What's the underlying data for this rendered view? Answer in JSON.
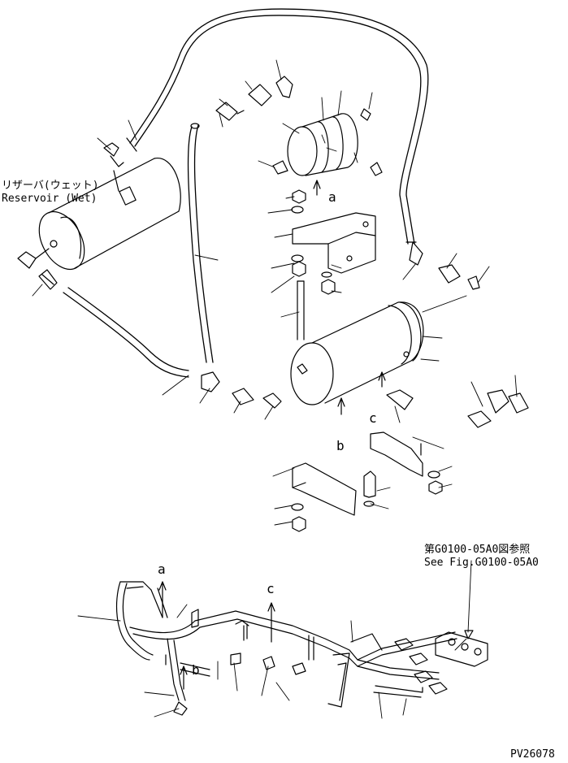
{
  "labels": {
    "reservoir_jp": "リザーバ(ウェット)",
    "reservoir_en": "Reservoir (Wet)",
    "callout_a_upper": "a",
    "callout_c_upper": "c",
    "callout_b_upper": "b",
    "callout_a_lower": "a",
    "callout_b_lower": "b",
    "callout_c_lower": "c",
    "ref_jp": "第G0100-05A0図参照",
    "ref_en": "See Fig.G0100-05A0",
    "drawing_id": "PV26078"
  }
}
